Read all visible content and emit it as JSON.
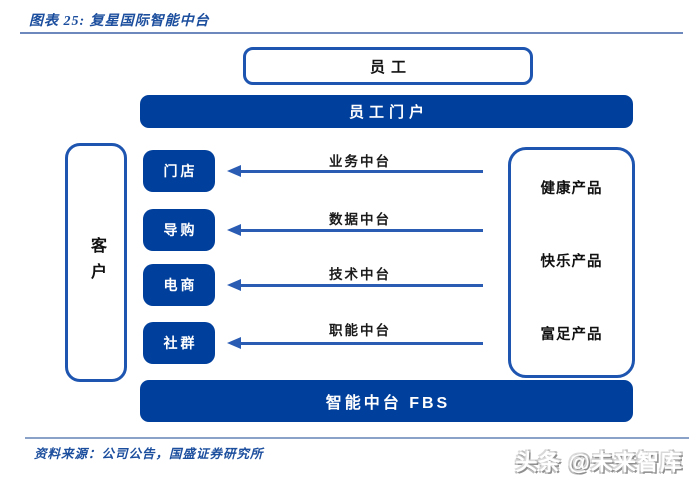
{
  "header": {
    "title": "图表 25: 复星国际智能中台"
  },
  "diagram": {
    "employee_box": "员工",
    "portal_bar": "员工门户",
    "customer_box": "客户",
    "channels": [
      "门店",
      "导购",
      "电商",
      "社群"
    ],
    "platforms": [
      "业务中台",
      "数据中台",
      "技术中台",
      "职能中台"
    ],
    "products": [
      "健康产品",
      "快乐产品",
      "富足产品"
    ],
    "bottom_bar": "智能中台 FBS"
  },
  "footer": {
    "source": "资料来源：公司公告，国盛证券研究所"
  },
  "watermark": {
    "text": "头条 @未来智库"
  },
  "colors": {
    "box_fill_blue": "#003f9b",
    "border_blue": "#1e55b0",
    "arrow_blue": "#2a5cb4",
    "title_text_blue": "#1c4e9e",
    "rule_blue": "#6d88bd"
  }
}
